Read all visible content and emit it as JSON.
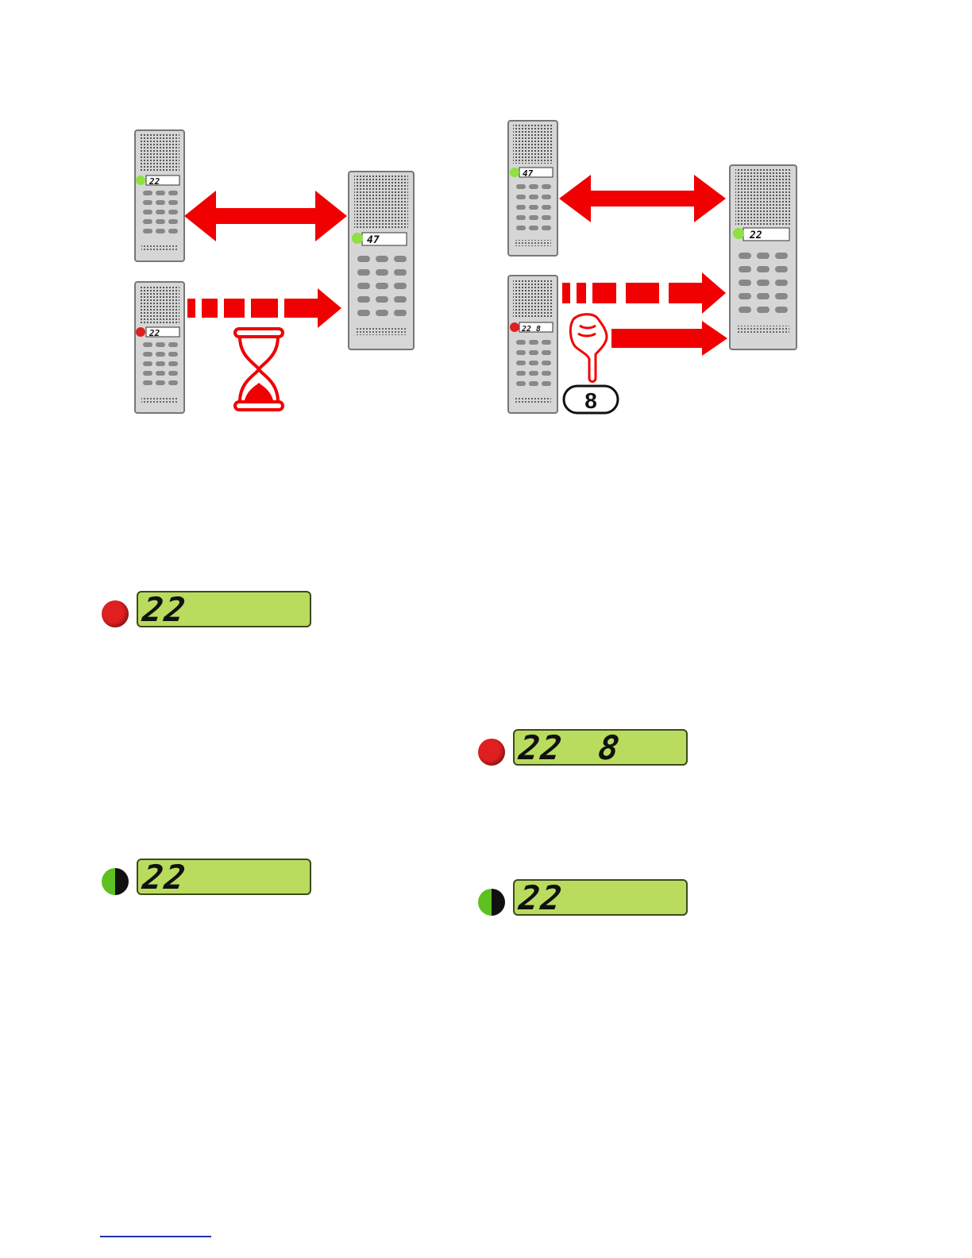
{
  "colors": {
    "arrow": "#f00000",
    "led_red": "#e02020",
    "led_green": "#5ec020",
    "lcd": "#b9dc5e",
    "phone_body": "#d6d6d6"
  },
  "left_scene": {
    "phone_top_display": "22",
    "phone_bottom_display": "22",
    "base_display": "47",
    "icon": "hourglass-icon"
  },
  "right_scene": {
    "phone_top_display": "47",
    "phone_bottom_display": "22 8",
    "base_display": "22",
    "key_label": "8",
    "icon": "hand-pointer-icon"
  },
  "lcd_panels": [
    {
      "led": "red",
      "digits": "22",
      "extra": ""
    },
    {
      "led": "red",
      "digits": "22",
      "extra": "8"
    },
    {
      "led": "green-half",
      "digits": "22",
      "extra": ""
    },
    {
      "led": "green-half",
      "digits": "22",
      "extra": ""
    }
  ]
}
